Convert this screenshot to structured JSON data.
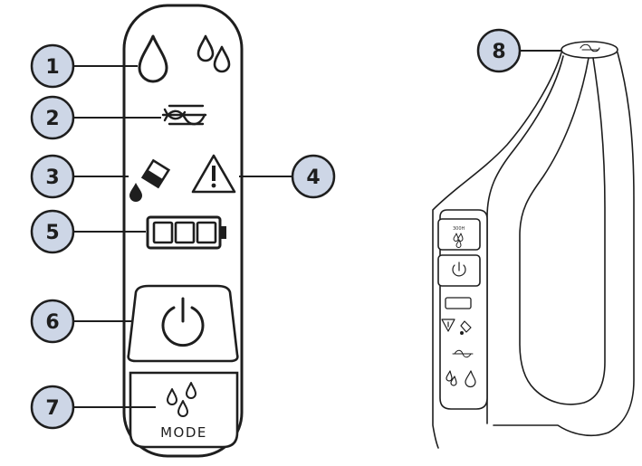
{
  "callouts": [
    {
      "number": "1",
      "feature": "water-level-icons"
    },
    {
      "number": "2",
      "feature": "self-cleaning-icon"
    },
    {
      "number": "3",
      "feature": "dirty-water-tank-icon"
    },
    {
      "number": "4",
      "feature": "warning-icon"
    },
    {
      "number": "5",
      "feature": "battery-indicator"
    },
    {
      "number": "6",
      "feature": "power-button"
    },
    {
      "number": "7",
      "feature": "mode-button"
    },
    {
      "number": "8",
      "feature": "handle-top-indicator"
    }
  ],
  "mode_button": {
    "label": "MODE"
  },
  "device_panel": {
    "mode_label": "300H"
  },
  "battery": {
    "bars_lit": 3,
    "bars_total": 3
  },
  "colors": {
    "callout_fill": "#cdd6e6",
    "outline": "#1e1e1e"
  }
}
